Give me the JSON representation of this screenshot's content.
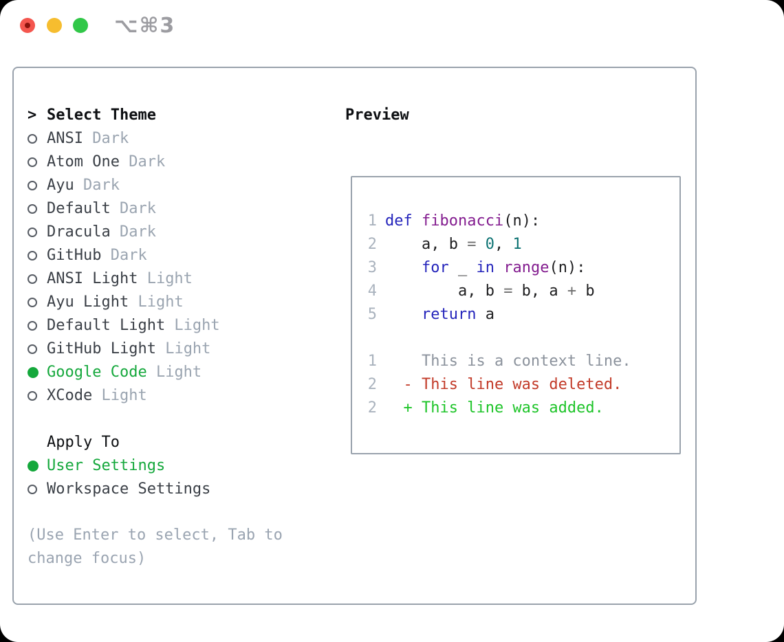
{
  "window": {
    "title_shortcut": "⌥⌘3",
    "traffic_lights": [
      {
        "name": "close",
        "color": "#f4564e"
      },
      {
        "name": "minimize",
        "color": "#f6bd2f"
      },
      {
        "name": "zoom",
        "color": "#31c748"
      }
    ]
  },
  "colors": {
    "panel_border": "#99a2ac",
    "selection_green": "#15a83c",
    "muted_variant": "#9aa4b0",
    "hint_gray": "#9aa4b1",
    "keyword_blue": "#2424bb",
    "type_purple": "#831c8f",
    "literal_teal": "#0d7373",
    "diff_deleted_red": "#c23a28",
    "diff_added_green": "#1dc428",
    "line_number_gray": "#a9b2bd"
  },
  "theme_picker": {
    "header_prefix": ">",
    "header": "Select Theme",
    "items": [
      {
        "label": "ANSI",
        "variant": "Dark",
        "selected": false
      },
      {
        "label": "Atom One",
        "variant": "Dark",
        "selected": false
      },
      {
        "label": "Ayu",
        "variant": "Dark",
        "selected": false
      },
      {
        "label": "Default",
        "variant": "Dark",
        "selected": false
      },
      {
        "label": "Dracula",
        "variant": "Dark",
        "selected": false
      },
      {
        "label": "GitHub",
        "variant": "Dark",
        "selected": false
      },
      {
        "label": "ANSI Light",
        "variant": "Light",
        "selected": false
      },
      {
        "label": "Ayu Light",
        "variant": "Light",
        "selected": false
      },
      {
        "label": "Default Light",
        "variant": "Light",
        "selected": false
      },
      {
        "label": "GitHub Light",
        "variant": "Light",
        "selected": false
      },
      {
        "label": "Google Code",
        "variant": "Light",
        "selected": true
      },
      {
        "label": "XCode",
        "variant": "Light",
        "selected": false
      }
    ],
    "apply_to": {
      "header": "Apply To",
      "options": [
        {
          "label": "User Settings",
          "selected": true
        },
        {
          "label": "Workspace Settings",
          "selected": false
        }
      ]
    },
    "hint": "(Use Enter to select, Tab to change focus)"
  },
  "preview": {
    "title": "Preview",
    "code_lines": [
      {
        "num": "1",
        "tokens": [
          {
            "t": "def",
            "s": "kwd"
          },
          {
            "t": " ",
            "s": "pln"
          },
          {
            "t": "fibonacci",
            "s": "typ"
          },
          {
            "t": "(n):",
            "s": "pln"
          }
        ]
      },
      {
        "num": "2",
        "tokens": [
          {
            "t": "    a, b ",
            "s": "pln"
          },
          {
            "t": "=",
            "s": "op"
          },
          {
            "t": " ",
            "s": "pln"
          },
          {
            "t": "0",
            "s": "lit"
          },
          {
            "t": ", ",
            "s": "pln"
          },
          {
            "t": "1",
            "s": "lit"
          }
        ]
      },
      {
        "num": "3",
        "tokens": [
          {
            "t": "    ",
            "s": "pln"
          },
          {
            "t": "for",
            "s": "kwd"
          },
          {
            "t": " _ ",
            "s": "pln"
          },
          {
            "t": "in",
            "s": "kwd"
          },
          {
            "t": " ",
            "s": "pln"
          },
          {
            "t": "range",
            "s": "typ"
          },
          {
            "t": "(n):",
            "s": "pln"
          }
        ]
      },
      {
        "num": "4",
        "tokens": [
          {
            "t": "        a, b ",
            "s": "pln"
          },
          {
            "t": "=",
            "s": "op"
          },
          {
            "t": " b, a ",
            "s": "pln"
          },
          {
            "t": "+",
            "s": "op"
          },
          {
            "t": " b",
            "s": "pln"
          }
        ]
      },
      {
        "num": "5",
        "tokens": [
          {
            "t": "    ",
            "s": "pln"
          },
          {
            "t": "return",
            "s": "kwd"
          },
          {
            "t": " a",
            "s": "pln"
          }
        ]
      }
    ],
    "diff_lines": [
      {
        "num": "1",
        "text": "    This is a context line.",
        "type": "ctx"
      },
      {
        "num": "2",
        "text": "  - This line was deleted.",
        "type": "del"
      },
      {
        "num": "2",
        "text": "  + This line was added.",
        "type": "add"
      }
    ]
  }
}
